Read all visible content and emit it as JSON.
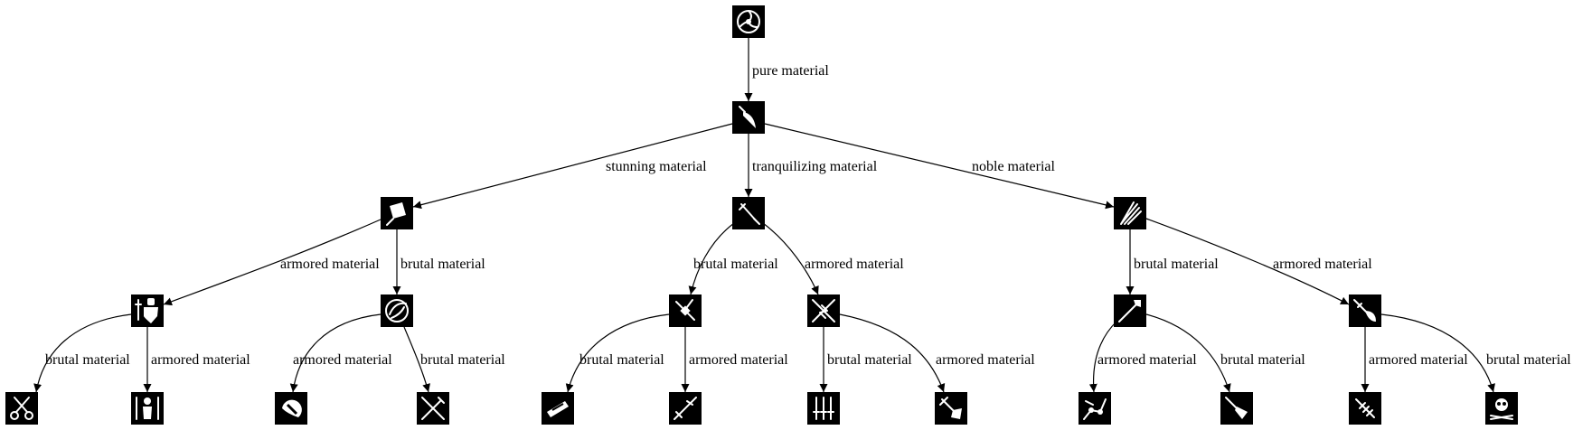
{
  "diagram": {
    "nodes": [
      {
        "id": "n0",
        "icon": "triskelion-icon"
      },
      {
        "id": "n1",
        "icon": "curved-dagger-icon"
      },
      {
        "id": "n2",
        "icon": "cleaver-icon"
      },
      {
        "id": "n3",
        "icon": "dagger-icon"
      },
      {
        "id": "n4",
        "icon": "folded-fan-icon"
      },
      {
        "id": "n5",
        "icon": "knight-sword-shield-icon"
      },
      {
        "id": "n6",
        "icon": "swirl-blade-icon"
      },
      {
        "id": "n7",
        "icon": "pocket-knife-icon"
      },
      {
        "id": "n8",
        "icon": "lightning-swords-icon"
      },
      {
        "id": "n9",
        "icon": "spear-tip-icon"
      },
      {
        "id": "n10",
        "icon": "flaming-dagger-icon"
      },
      {
        "id": "n11",
        "icon": "scissors-icon"
      },
      {
        "id": "n12",
        "icon": "armored-figure-icon"
      },
      {
        "id": "n13",
        "icon": "crescent-blade-icon"
      },
      {
        "id": "n14",
        "icon": "crossed-utensils-icon"
      },
      {
        "id": "n15",
        "icon": "razor-icon"
      },
      {
        "id": "n16",
        "icon": "broken-sword-icon"
      },
      {
        "id": "n17",
        "icon": "triple-daggers-icon"
      },
      {
        "id": "n18",
        "icon": "ornate-dagger-icon"
      },
      {
        "id": "n19",
        "icon": "mechanical-arm-icon"
      },
      {
        "id": "n20",
        "icon": "gem-dagger-icon"
      },
      {
        "id": "n21",
        "icon": "bandaged-sword-icon"
      },
      {
        "id": "n22",
        "icon": "pirate-skull-icon"
      }
    ],
    "edges": [
      {
        "from": "n0",
        "to": "n1",
        "label": "pure material"
      },
      {
        "from": "n1",
        "to": "n2",
        "label": "stunning material"
      },
      {
        "from": "n1",
        "to": "n3",
        "label": "tranquilizing material"
      },
      {
        "from": "n1",
        "to": "n4",
        "label": "noble material"
      },
      {
        "from": "n2",
        "to": "n5",
        "label": "armored material"
      },
      {
        "from": "n2",
        "to": "n6",
        "label": "brutal material"
      },
      {
        "from": "n3",
        "to": "n7",
        "label": "brutal material"
      },
      {
        "from": "n3",
        "to": "n8",
        "label": "armored material"
      },
      {
        "from": "n4",
        "to": "n9",
        "label": "brutal material"
      },
      {
        "from": "n4",
        "to": "n10",
        "label": "armored material"
      },
      {
        "from": "n5",
        "to": "n11",
        "label": "brutal material"
      },
      {
        "from": "n5",
        "to": "n12",
        "label": "armored material"
      },
      {
        "from": "n6",
        "to": "n13",
        "label": "armored material"
      },
      {
        "from": "n6",
        "to": "n14",
        "label": "brutal material"
      },
      {
        "from": "n7",
        "to": "n15",
        "label": "brutal material"
      },
      {
        "from": "n7",
        "to": "n16",
        "label": "armored material"
      },
      {
        "from": "n8",
        "to": "n17",
        "label": "brutal material"
      },
      {
        "from": "n8",
        "to": "n18",
        "label": "armored material"
      },
      {
        "from": "n9",
        "to": "n19",
        "label": "armored material"
      },
      {
        "from": "n9",
        "to": "n20",
        "label": "brutal material"
      },
      {
        "from": "n10",
        "to": "n21",
        "label": "armored material"
      },
      {
        "from": "n10",
        "to": "n22",
        "label": "brutal material"
      }
    ]
  }
}
